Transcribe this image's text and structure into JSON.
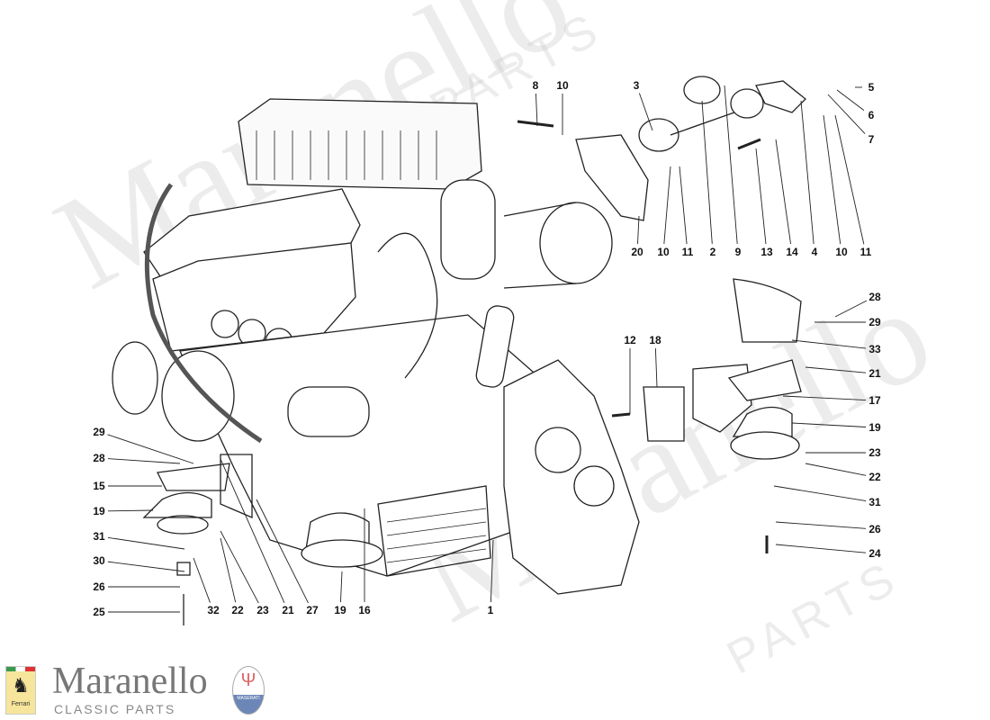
{
  "watermark": {
    "brand": "Maranello",
    "sub": "PARTS"
  },
  "callouts": [
    "8",
    "10",
    "3",
    "5",
    "6",
    "7",
    "20",
    "10",
    "11",
    "2",
    "9",
    "13",
    "14",
    "4",
    "10",
    "11",
    "28",
    "29",
    "33",
    "21",
    "17",
    "19",
    "23",
    "22",
    "31",
    "26",
    "24",
    "12",
    "18",
    "29",
    "28",
    "15",
    "19",
    "31",
    "30",
    "26",
    "25",
    "32",
    "22",
    "23",
    "21",
    "27",
    "19",
    "16",
    "1"
  ],
  "logo": {
    "brand": "Maranello",
    "subtitle": "CLASSIC PARTS",
    "ferrari_badge": "Ferrari",
    "maserati_badge": "MASERATI"
  },
  "colors": {
    "line": "#222222",
    "watermark": "#c8c8c8",
    "ferrari_yellow": "#f6e59a",
    "maserati_blue": "#6c86b8"
  }
}
